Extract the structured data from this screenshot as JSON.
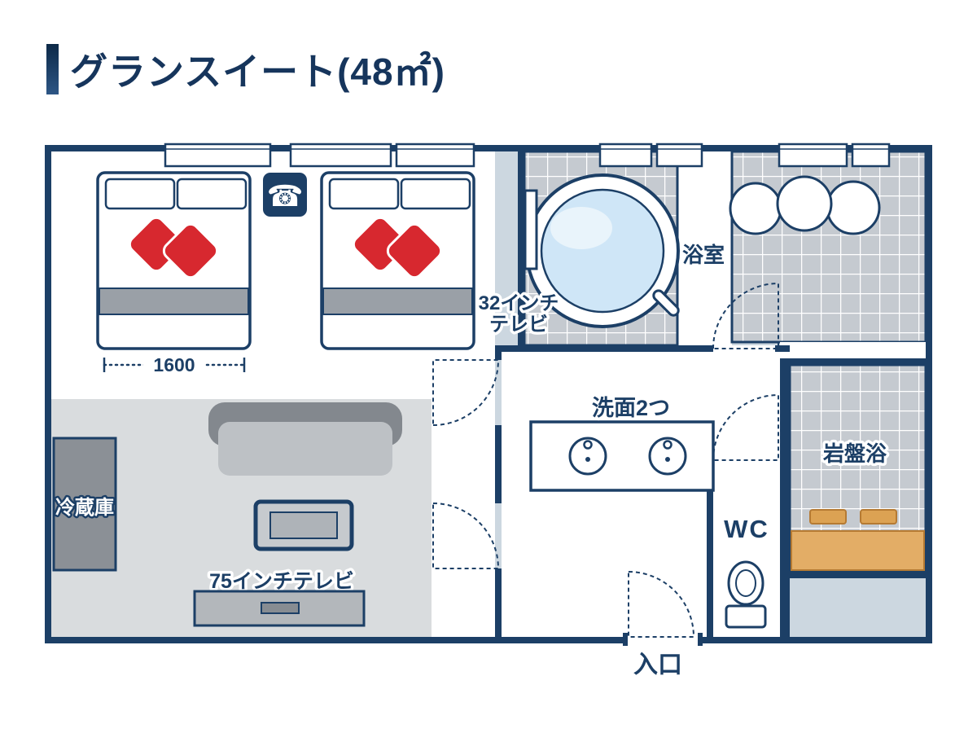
{
  "title": {
    "text": "グランスイート(48㎡)"
  },
  "plan": {
    "labels": {
      "bed_width": "1600",
      "tv32_line1": "32インチ",
      "tv32_line2": "テレビ",
      "bathroom": "浴室",
      "washbasins": "洗面2つ",
      "wc": "WC",
      "stone_sauna": "岩盤浴",
      "refrigerator": "冷蔵庫",
      "tv75": "75インチテレビ",
      "entrance": "入口"
    },
    "icons": {
      "phone": "☎"
    },
    "colors": {
      "navy": "#1c3f66",
      "red": "#d7282f",
      "water": "#cfe6f7",
      "tile": "#c5cad0",
      "exterior": "#ccd7e0",
      "living_floor": "#d9dcde",
      "tan": "#e3ad66"
    }
  }
}
